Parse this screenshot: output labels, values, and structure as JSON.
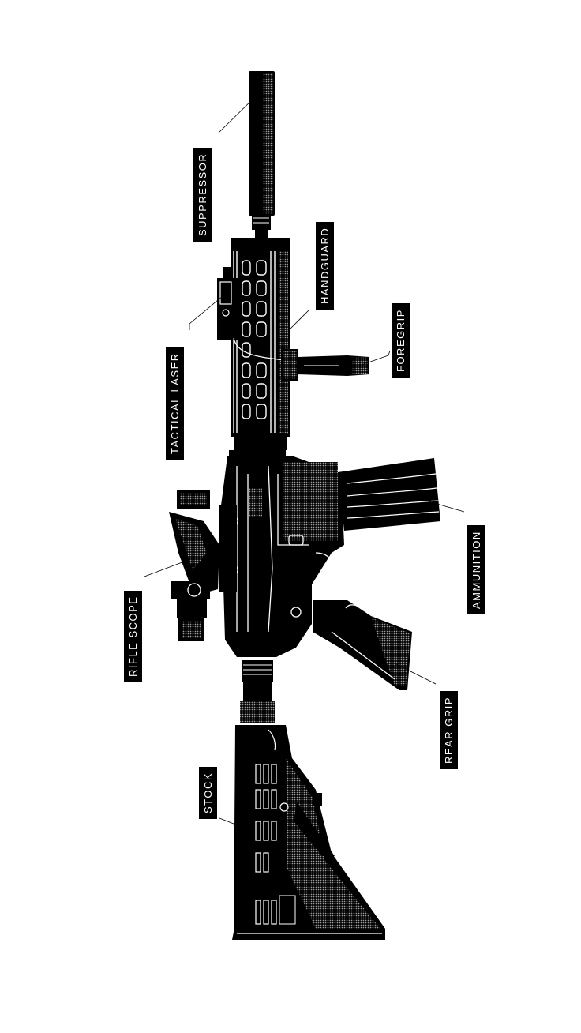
{
  "colors": {
    "ink": "#000000",
    "paper": "#ffffff",
    "texture": "#7a7a7a"
  },
  "labels": {
    "suppressor": "SUPPRESSOR",
    "handguard": "HANDGUARD",
    "foregrip": "FOREGRIP",
    "tactical_laser": "TACTICAL LASER",
    "ammunition": "AMMUNITION",
    "rifle_scope": "RIFLE SCOPE",
    "rear_grip": "REAR GRIP",
    "stock": "STOCK"
  }
}
